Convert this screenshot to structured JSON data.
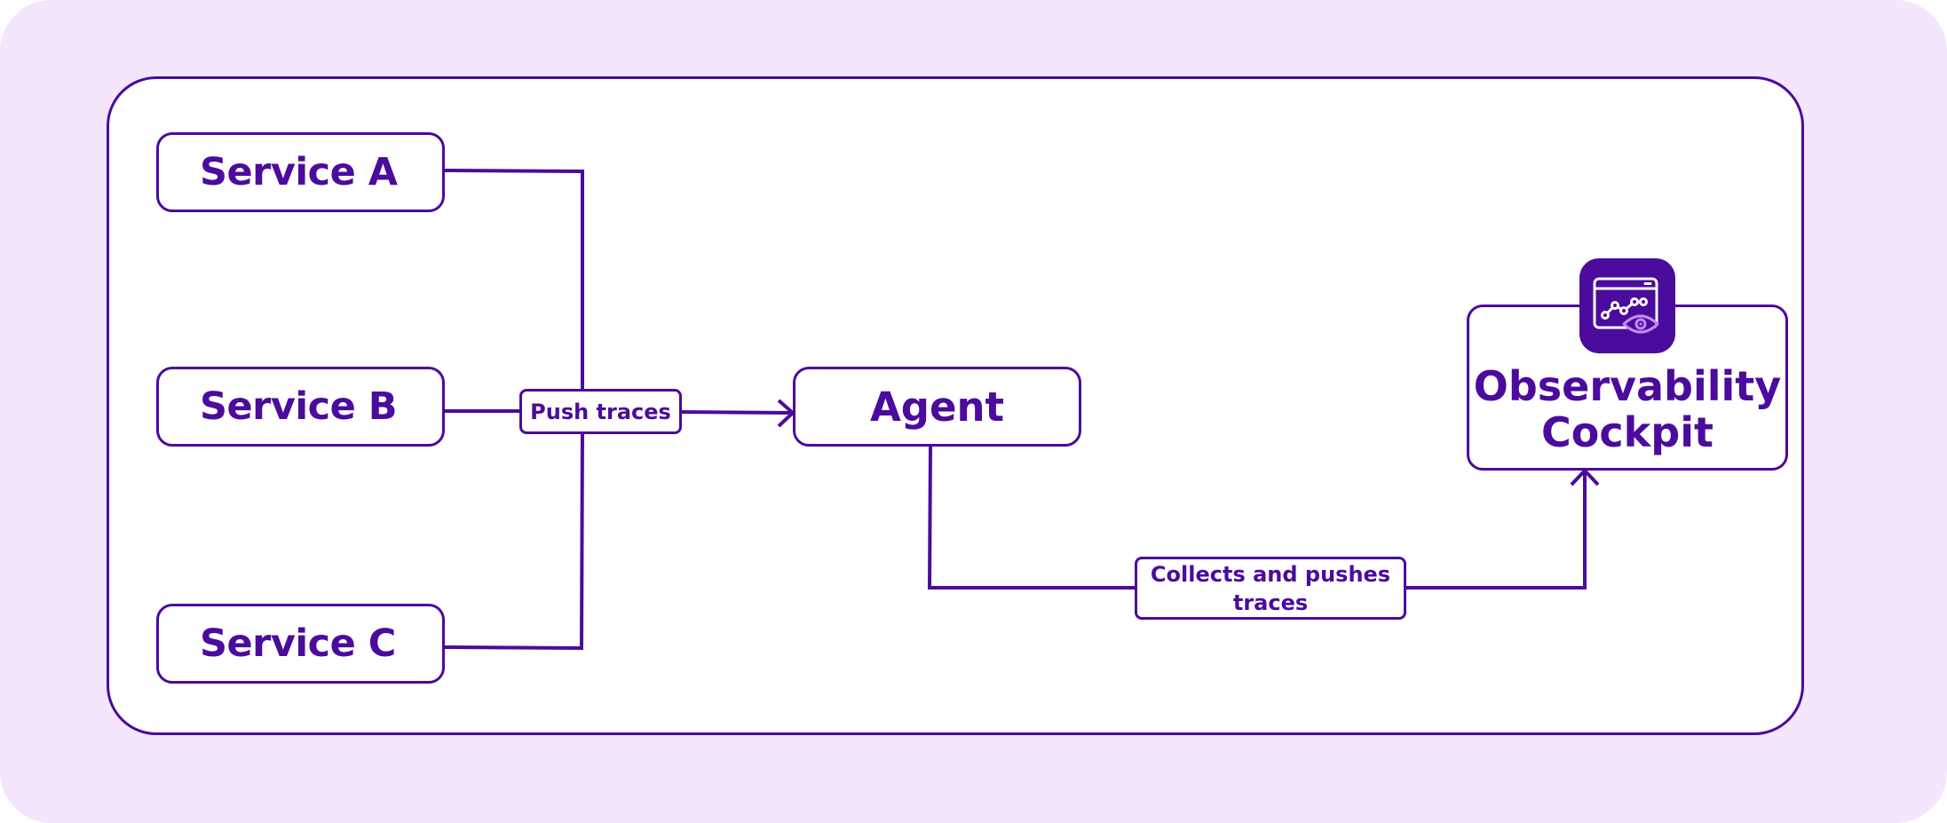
{
  "colors": {
    "background": "#f3e6fd",
    "panel": "#ffffff",
    "accent": "#4b0b9c",
    "icon_highlight": "#c48af5"
  },
  "nodes": {
    "service_a": "Service A",
    "service_b": "Service B",
    "service_c": "Service C",
    "agent": "Agent",
    "cockpit_line1": "Observability",
    "cockpit_line2": "Cockpit"
  },
  "edges": {
    "push_traces": "Push traces",
    "collects_and_pushes": "Collects and pushes traces"
  },
  "icons": {
    "cockpit_badge": "dashboard-eye-icon"
  }
}
